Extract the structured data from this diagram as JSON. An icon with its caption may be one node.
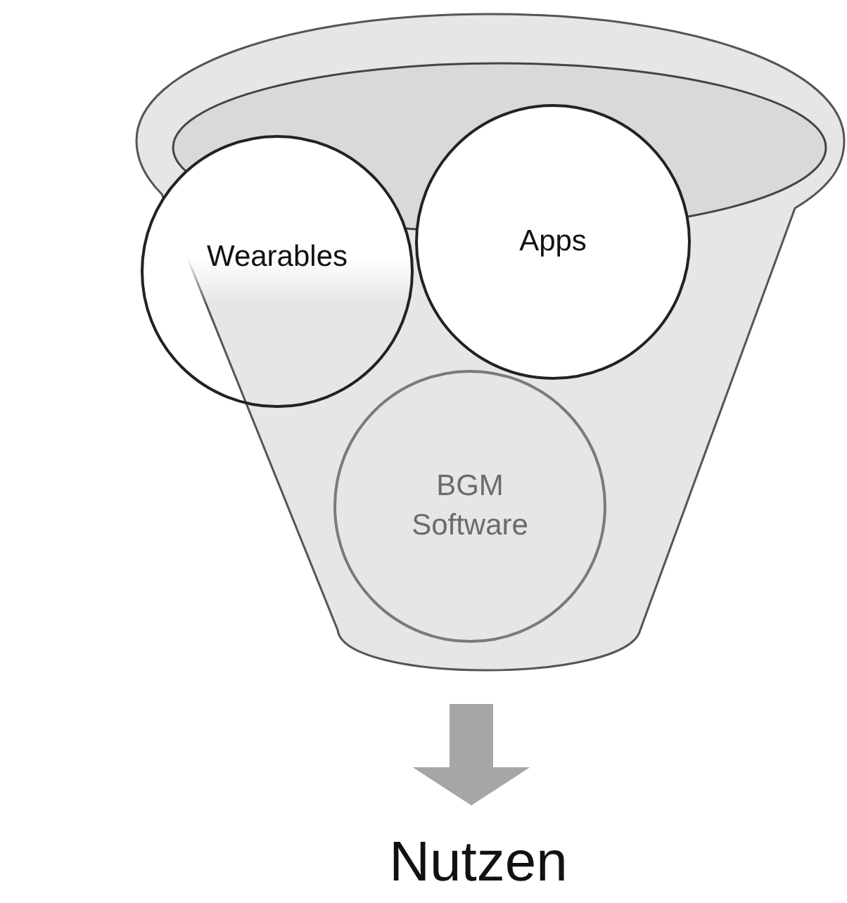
{
  "diagram": {
    "nodes": [
      {
        "text": [],
        "shape": "funnel"
      },
      {
        "text": [
          "Wearables"
        ],
        "in": 0
      },
      {
        "text": [
          "Apps"
        ],
        "in": 0
      },
      {
        "text": [
          "BGM Software"
        ],
        "in": 0
      },
      {
        "text": [
          "Nutzen"
        ]
      }
    ],
    "edges": [
      {
        "from": 0,
        "to": 4,
        "arrow": "to",
        "style": "thick",
        "color": "#a6a6a6"
      }
    ]
  }
}
